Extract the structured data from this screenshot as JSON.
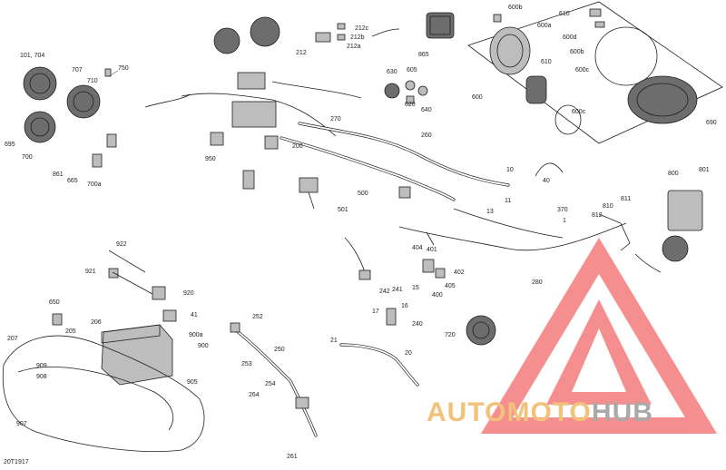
{
  "diagram": {
    "diagram_id": "20T1917",
    "watermark": {
      "part1": "AUTO",
      "part2": "MOTO",
      "part3": "HUB"
    },
    "callouts": [
      {
        "id": "c101",
        "text": "101, 704"
      },
      {
        "id": "c707",
        "text": "707"
      },
      {
        "id": "c750",
        "text": "750"
      },
      {
        "id": "c710",
        "text": "710"
      },
      {
        "id": "c695",
        "text": "695"
      },
      {
        "id": "c700",
        "text": "700"
      },
      {
        "id": "c861",
        "text": "861"
      },
      {
        "id": "c665",
        "text": "665"
      },
      {
        "id": "c700a",
        "text": "700a"
      },
      {
        "id": "c950",
        "text": "950"
      },
      {
        "id": "c212",
        "text": "212"
      },
      {
        "id": "c212c",
        "text": "212c"
      },
      {
        "id": "c212b",
        "text": "212b"
      },
      {
        "id": "c212a",
        "text": "212a"
      },
      {
        "id": "c865",
        "text": "865"
      },
      {
        "id": "c630",
        "text": "630"
      },
      {
        "id": "c605",
        "text": "605"
      },
      {
        "id": "c620",
        "text": "620"
      },
      {
        "id": "c640",
        "text": "640"
      },
      {
        "id": "c600b",
        "text": "600b"
      },
      {
        "id": "c600a",
        "text": "600a"
      },
      {
        "id": "c610a",
        "text": "610"
      },
      {
        "id": "c610b",
        "text": "610"
      },
      {
        "id": "c600",
        "text": "600"
      },
      {
        "id": "c600d",
        "text": "600d"
      },
      {
        "id": "c600b2",
        "text": "600b"
      },
      {
        "id": "c600c",
        "text": "600c"
      },
      {
        "id": "c600c2",
        "text": "600c"
      },
      {
        "id": "c690",
        "text": "690"
      },
      {
        "id": "c270",
        "text": "270"
      },
      {
        "id": "c260",
        "text": "260"
      },
      {
        "id": "c200",
        "text": "200"
      },
      {
        "id": "c10",
        "text": "10"
      },
      {
        "id": "c40",
        "text": "40"
      },
      {
        "id": "c800",
        "text": "800"
      },
      {
        "id": "c801",
        "text": "801"
      },
      {
        "id": "c500",
        "text": "500"
      },
      {
        "id": "c501",
        "text": "501"
      },
      {
        "id": "c11",
        "text": "11"
      },
      {
        "id": "c13",
        "text": "13"
      },
      {
        "id": "c370",
        "text": "370"
      },
      {
        "id": "c810",
        "text": "810"
      },
      {
        "id": "c811",
        "text": "811"
      },
      {
        "id": "c812",
        "text": "812"
      },
      {
        "id": "c1a",
        "text": "1"
      },
      {
        "id": "c404",
        "text": "404"
      },
      {
        "id": "c401",
        "text": "401"
      },
      {
        "id": "c402",
        "text": "402"
      },
      {
        "id": "c405",
        "text": "405"
      },
      {
        "id": "c400",
        "text": "400"
      },
      {
        "id": "c280",
        "text": "280"
      },
      {
        "id": "c922",
        "text": "922"
      },
      {
        "id": "c921",
        "text": "921"
      },
      {
        "id": "c920",
        "text": "920"
      },
      {
        "id": "c650",
        "text": "650"
      },
      {
        "id": "c41",
        "text": "41"
      },
      {
        "id": "c205",
        "text": "205"
      },
      {
        "id": "c206",
        "text": "206"
      },
      {
        "id": "c900a",
        "text": "900a"
      },
      {
        "id": "c900",
        "text": "900"
      },
      {
        "id": "c207",
        "text": "207"
      },
      {
        "id": "c909",
        "text": "909"
      },
      {
        "id": "c908",
        "text": "908"
      },
      {
        "id": "c905",
        "text": "905"
      },
      {
        "id": "c907",
        "text": "907"
      },
      {
        "id": "c242",
        "text": "242"
      },
      {
        "id": "c241",
        "text": "241"
      },
      {
        "id": "c15",
        "text": "15"
      },
      {
        "id": "c16",
        "text": "16"
      },
      {
        "id": "c17",
        "text": "17"
      },
      {
        "id": "c240",
        "text": "240"
      },
      {
        "id": "c252",
        "text": "252"
      },
      {
        "id": "c720",
        "text": "720"
      },
      {
        "id": "c250",
        "text": "250"
      },
      {
        "id": "c21",
        "text": "21"
      },
      {
        "id": "c20",
        "text": "20"
      },
      {
        "id": "c253",
        "text": "253"
      },
      {
        "id": "c254",
        "text": "254"
      },
      {
        "id": "c264",
        "text": "264"
      },
      {
        "id": "c261",
        "text": "261"
      }
    ]
  }
}
